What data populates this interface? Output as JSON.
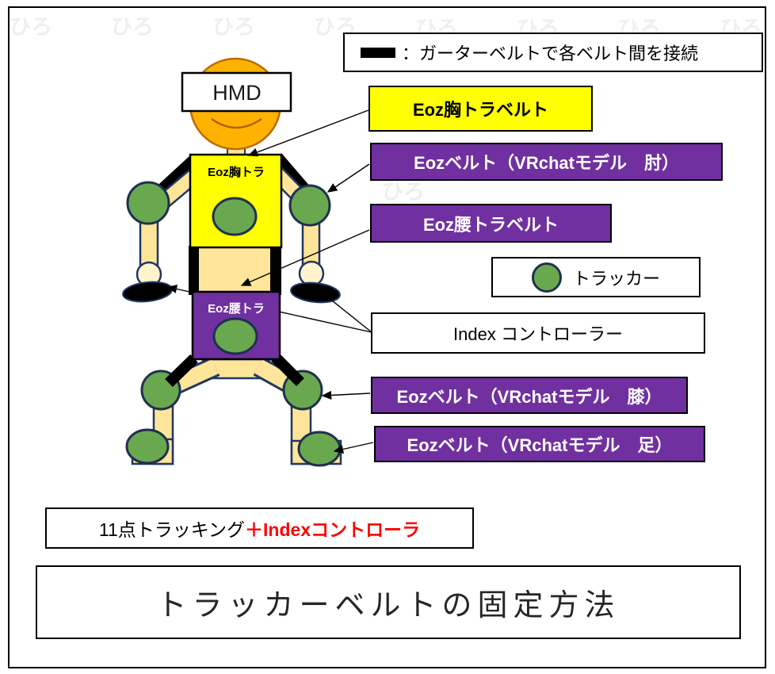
{
  "watermark": {
    "text": "ひろ"
  },
  "legend": {
    "text": "：ガーターベルトで各ベルト間を接続"
  },
  "figure": {
    "hmd": "HMD",
    "chest_box": "Eoz胸トラ",
    "waist_box": "Eoz腰トラ"
  },
  "labels": {
    "chest": "Eoz胸トラベルト",
    "elbow": "Eozベルト（VRchatモデル　肘）",
    "waist": "Eoz腰トラベルト",
    "tracker": "トラッカー",
    "index": "Index コントローラー",
    "knee": "Eozベルト（VRchatモデル　膝）",
    "foot": "Eozベルト（VRchatモデル　足）"
  },
  "footer": {
    "tracking_black": "11点トラッキング",
    "tracking_red": "＋Indexコントローラ",
    "title": "トラッカーベルトの固定方法"
  },
  "colors": {
    "belt_purple": "#7030A0",
    "belt_yellow": "#FFFF00",
    "tracker_green": "#6AA84F",
    "tracker_outline": "#1F3050",
    "limb_tan": "#FFE599",
    "wrist_cream": "#FFF2CC",
    "head_orange": "#FFB300",
    "accent_red": "#FF0000"
  }
}
